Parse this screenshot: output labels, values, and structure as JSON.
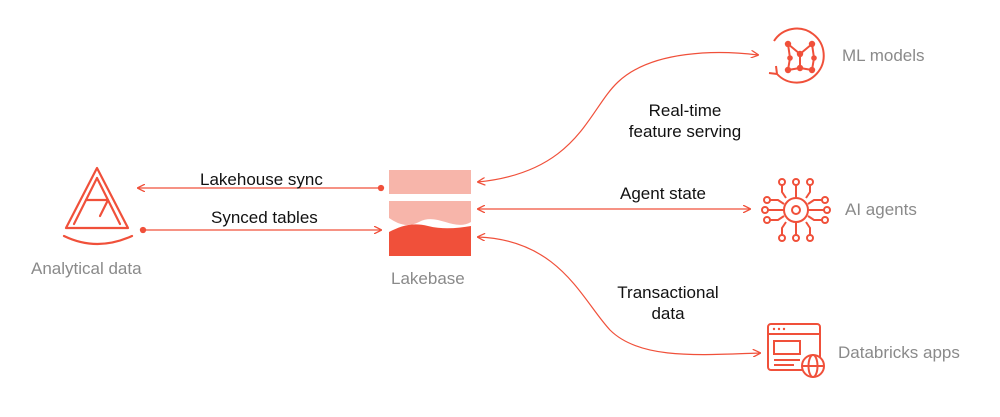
{
  "colors": {
    "accent": "#F0503A",
    "accent_light": "#F7B5AA",
    "node_text": "#8A8A8A",
    "edge_text": "#111111"
  },
  "nodes": {
    "analytical": {
      "label": "Analytical data",
      "icon": "lakehouse-logo-icon"
    },
    "lakebase": {
      "label": "Lakebase",
      "icon": "database-layers-icon"
    },
    "ml_models": {
      "label": "ML models",
      "icon": "neural-network-icon"
    },
    "ai_agents": {
      "label": "AI agents",
      "icon": "circuit-chip-icon"
    },
    "apps": {
      "label": "Databricks apps",
      "icon": "browser-globe-icon"
    }
  },
  "edges": {
    "lakehouse_sync": "Lakehouse sync",
    "synced_tables": "Synced tables",
    "feature_serving": [
      "Real-time",
      "feature serving"
    ],
    "agent_state": "Agent state",
    "transactional": [
      "Transactional",
      "data"
    ]
  }
}
